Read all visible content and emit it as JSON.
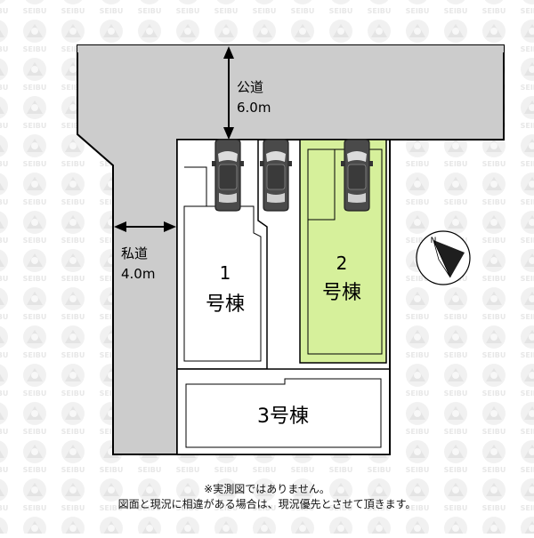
{
  "public_road": {
    "label": "公道",
    "width": "6.0m"
  },
  "private_road": {
    "label": "私道",
    "width": "4.0m"
  },
  "lots": {
    "lot1": {
      "number": "1",
      "name": "号棟"
    },
    "lot2": {
      "number": "2",
      "name": "号棟"
    },
    "lot3": {
      "name": "3号棟"
    }
  },
  "watermark": {
    "text": "SEIBU"
  },
  "compass": {
    "label": "N"
  },
  "notes": {
    "line1": "※実測図ではありません。",
    "line2": "図面と現況に相違がある場合は、現況優先とさせて頂きます。"
  },
  "colors": {
    "road": "#cccccc",
    "lot2_fill": "#d6f09b",
    "outline": "#000000",
    "watermark": "#efefef",
    "car": "#4a4a4a"
  }
}
